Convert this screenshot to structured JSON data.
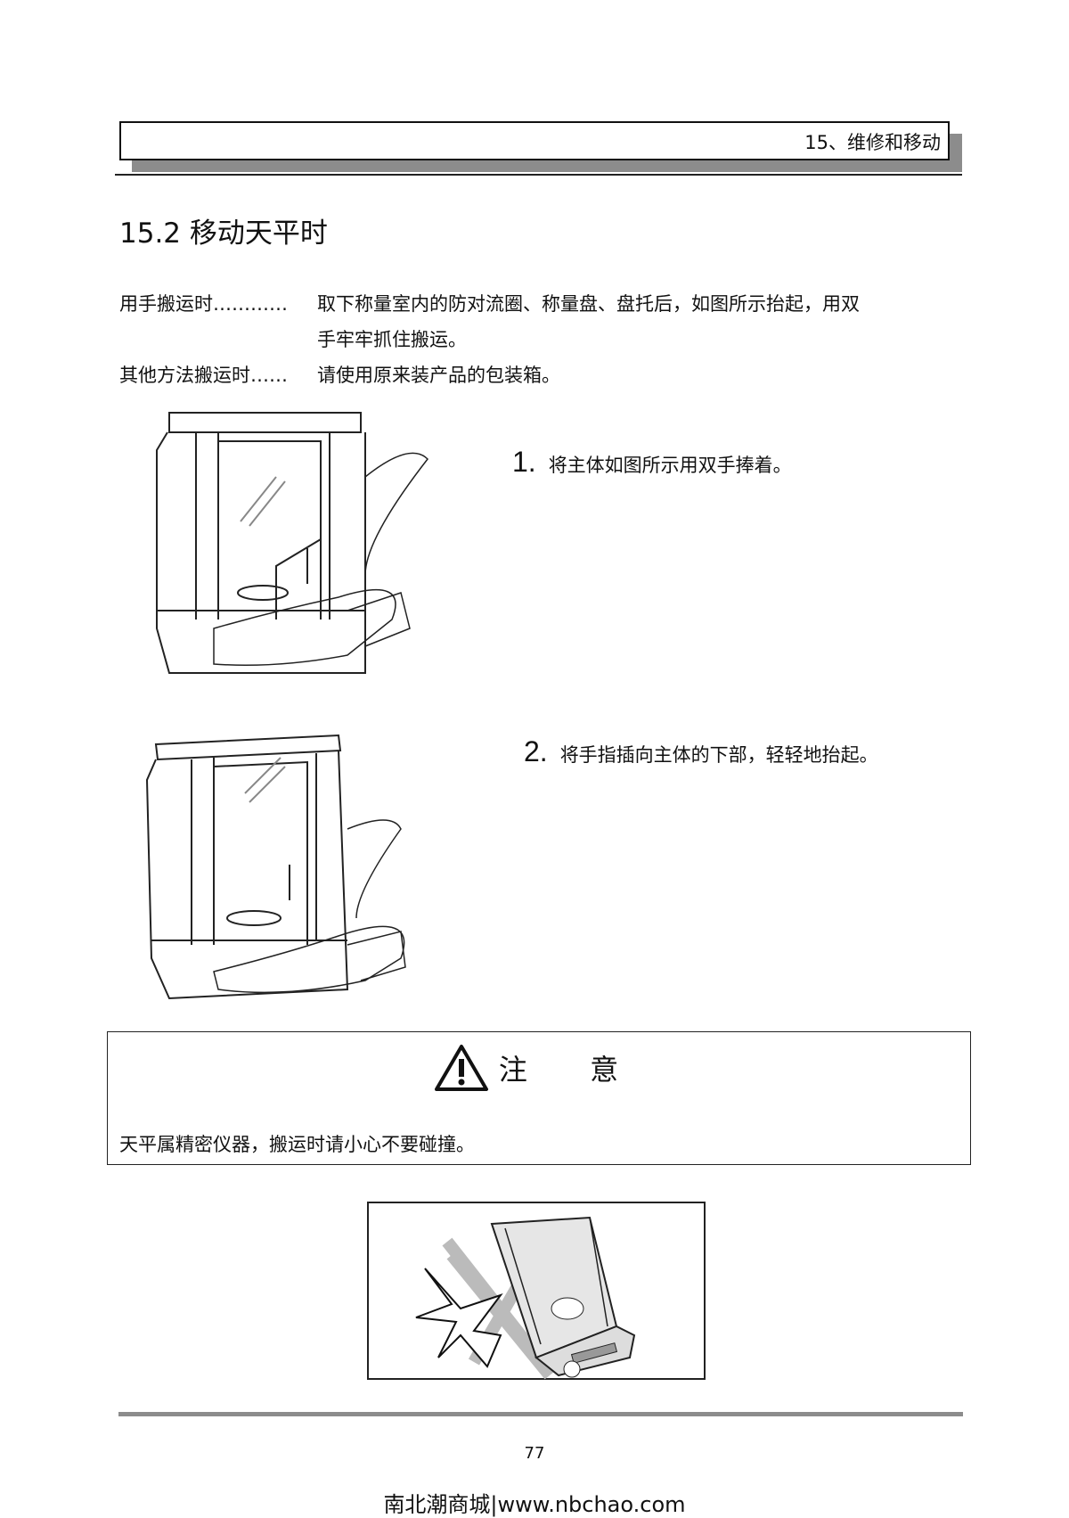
{
  "header": {
    "chapter": "15、维修和移动"
  },
  "section_title": "15.2  移动天平时",
  "methods": [
    {
      "label": "用手搬运时…………",
      "line1": "取下称量室内的防对流圈、称量盘、盘托后，如图所示抬起，用双",
      "line2": "手牢牢抓住搬运。"
    },
    {
      "label": "其他方法搬运时……",
      "line1": "请使用原来装产品的包装箱。"
    }
  ],
  "steps": [
    {
      "num": "1.",
      "text": "将主体如图所示用双手捧着。"
    },
    {
      "num": "2.",
      "text": "将手指插向主体的下部，轻轻地抬起。"
    }
  ],
  "caution": {
    "icon": "warning-triangle-icon",
    "title": "注 意",
    "body": "天平属精密仪器，搬运时请小心不要碰撞。"
  },
  "page_number": "77",
  "footer": "南北潮商城|www.nbchao.com"
}
